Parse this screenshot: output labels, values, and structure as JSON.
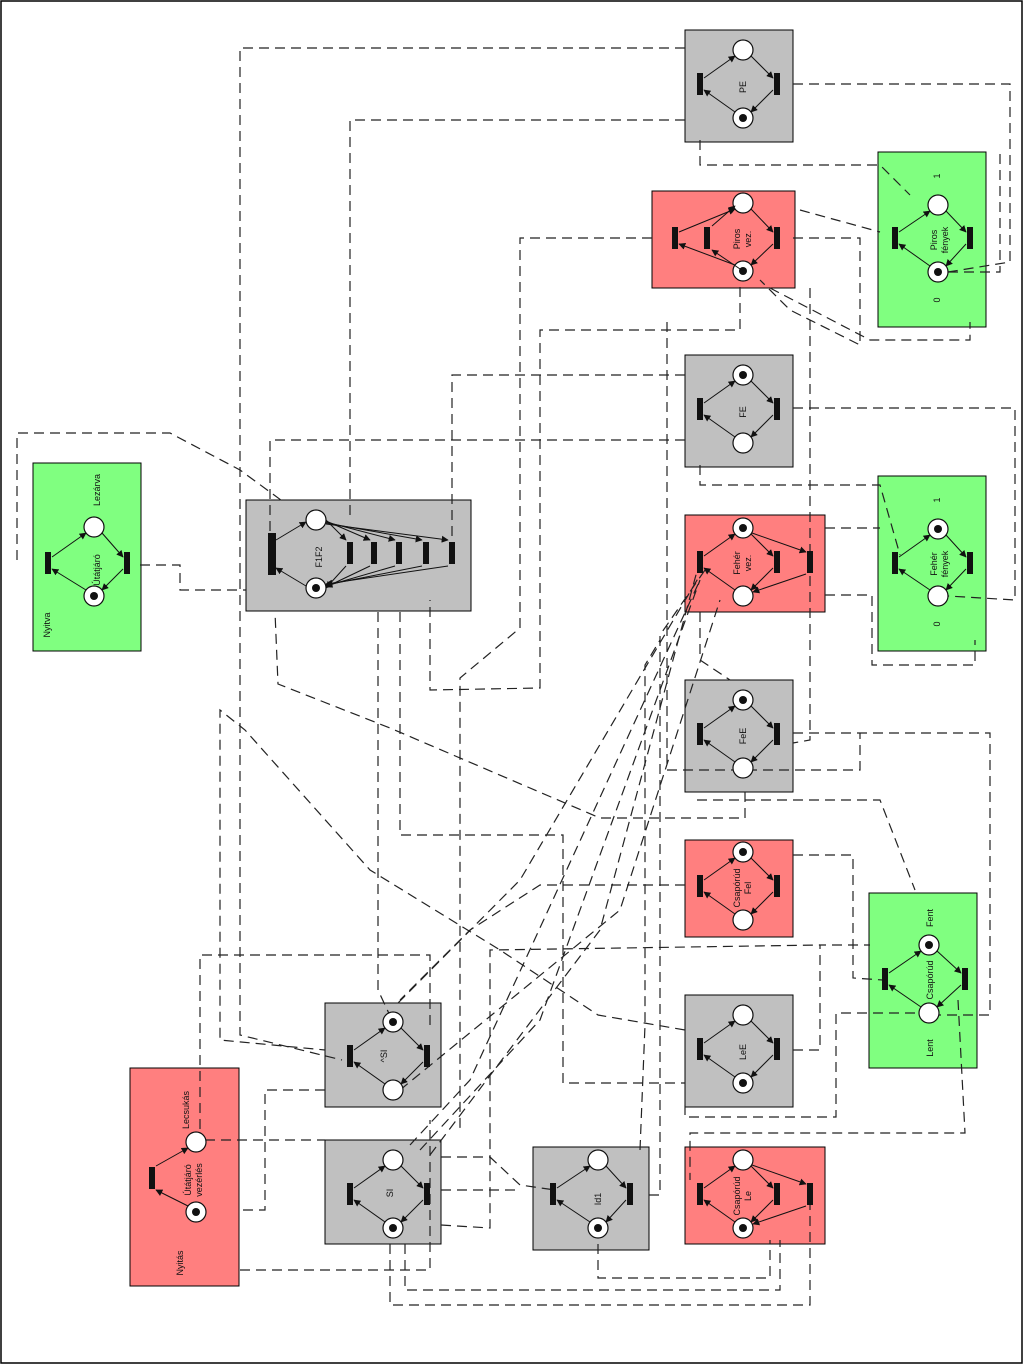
{
  "colors": {
    "grey": "#c0c0c0",
    "red": "#ff7f7f",
    "green": "#80ff80",
    "line": "#222222",
    "border": "#000000"
  },
  "subnets": {
    "utatjaro": {
      "title": "Útátjáró",
      "top_label": "Lezárva",
      "bottom_label": "Nyitva"
    },
    "f1f2": {
      "title": "F1F2"
    },
    "pe": {
      "title": "PE"
    },
    "piros_vez": {
      "title_line1": "Piros",
      "title_line2": "vez."
    },
    "piros_fenyek": {
      "title_line1": "Piros",
      "title_line2": "fények",
      "top_value": "1",
      "bottom_value": "0"
    },
    "fe": {
      "title": "FE"
    },
    "feher_vez": {
      "title_line1": "Fehér",
      "title_line2": "vez."
    },
    "feher_fenyek": {
      "title_line1": "Fehér",
      "title_line2": "fények",
      "top_value": "1",
      "bottom_value": "0"
    },
    "fee": {
      "title": "FeE"
    },
    "csaporud_fel": {
      "title_line1": "Csapórúd",
      "title_line2": "Fel"
    },
    "csaporud": {
      "title": "Csapórúd",
      "top_label": "Fent",
      "bottom_label": "Lent"
    },
    "lee": {
      "title": "LeE"
    },
    "si_hat": {
      "title": "^SI"
    },
    "si": {
      "title": "SI"
    },
    "id1": {
      "title": "Id1"
    },
    "csaporud_le": {
      "title_line1": "Csapórúd",
      "title_line2": "Le"
    },
    "utatjaro_vezerles": {
      "title_line1": "Útátjáró",
      "title_line2": "vezérlés",
      "top_label": "Lecsukás",
      "bottom_label": "Nyitás"
    }
  }
}
